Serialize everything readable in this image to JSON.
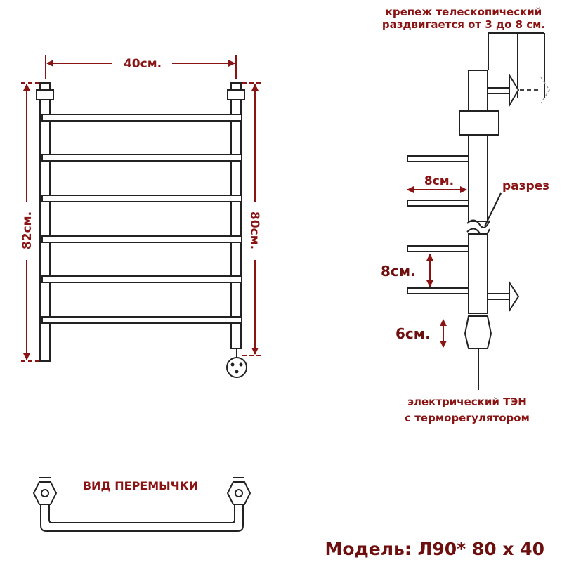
{
  "front_view": {
    "width_label": "40см.",
    "height_outer_label": "82см.",
    "height_inner_label": "80см."
  },
  "side_view": {
    "mount_label_line1": "крепеж телескопический",
    "mount_label_line2": "раздвигается от 3 до 8 см.",
    "rung_depth_label": "8см.",
    "section_label": "разрез",
    "rung_spacing_label": "8см.",
    "heater_length_label": "6см.",
    "heater_label_line1": "электрический  ТЭН",
    "heater_label_line2": "с терморегулятором"
  },
  "bridge_view": {
    "title": "ВИД ПЕРЕМЫЧКИ"
  },
  "model_label": "Модель: Л90* 80 х 40",
  "colors": {
    "label": "#8a1414",
    "line": "#222222",
    "background": "#ffffff"
  }
}
